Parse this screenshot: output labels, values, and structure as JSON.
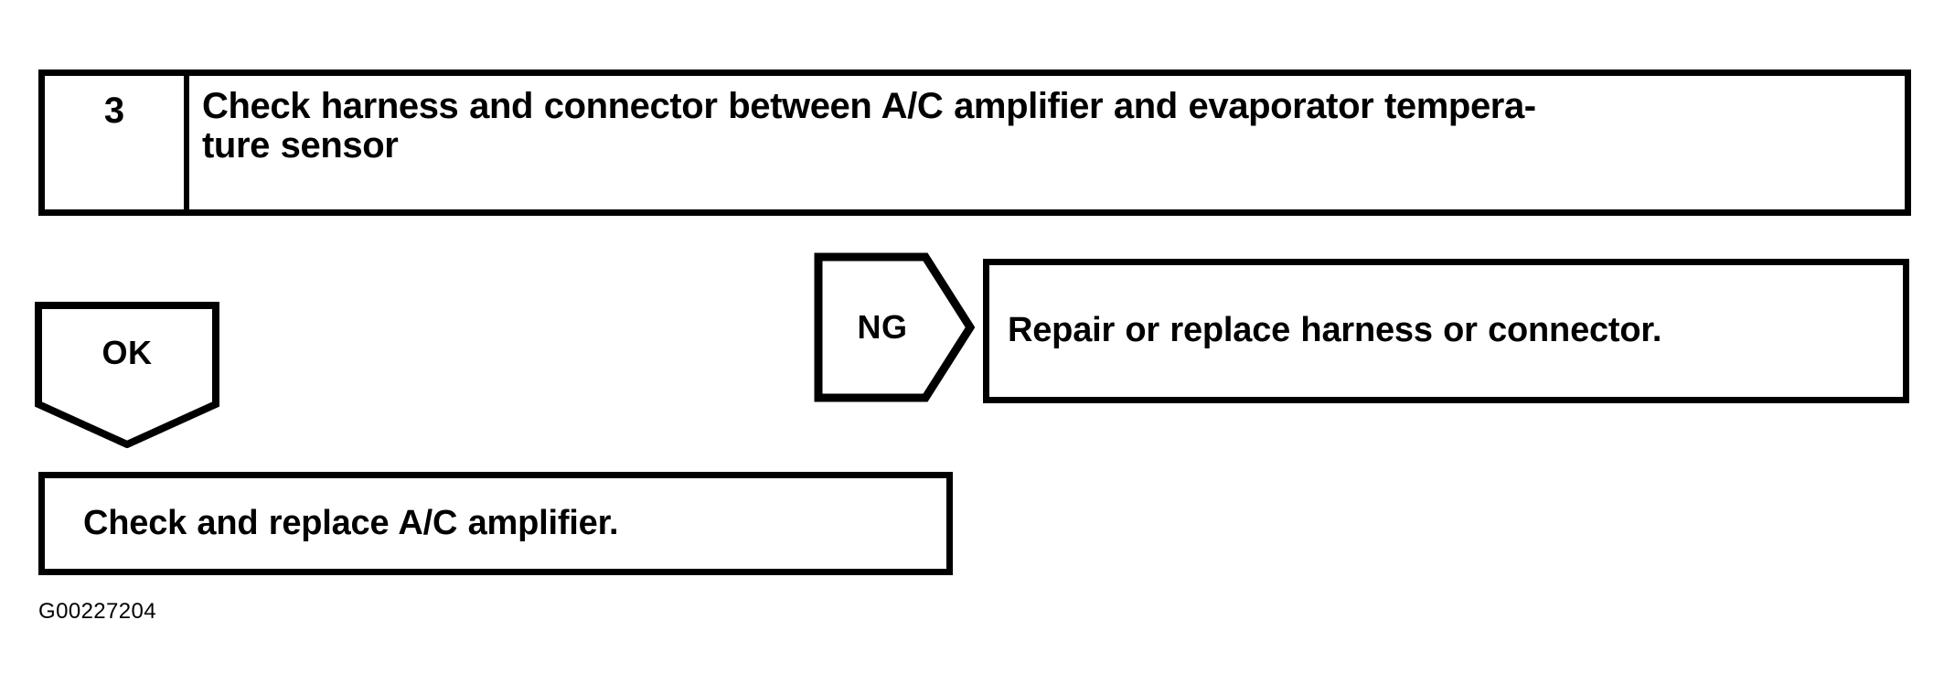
{
  "figure": {
    "code": "G00227204",
    "type": "troubleshooting-flowchart"
  },
  "step": {
    "number": "3",
    "instruction": "Check harness and connector between A/C amplifier and evaporator tempera-\nture sensor"
  },
  "branches": {
    "ok": {
      "label": "OK",
      "icon": "down-arrow-pentagon",
      "result": "Check and replace A/C amplifier."
    },
    "ng": {
      "label": "NG",
      "icon": "right-arrow-pentagon",
      "result": "Repair or replace harness or connector."
    }
  },
  "colors": {
    "ink": "#000000",
    "paper": "#ffffff"
  }
}
